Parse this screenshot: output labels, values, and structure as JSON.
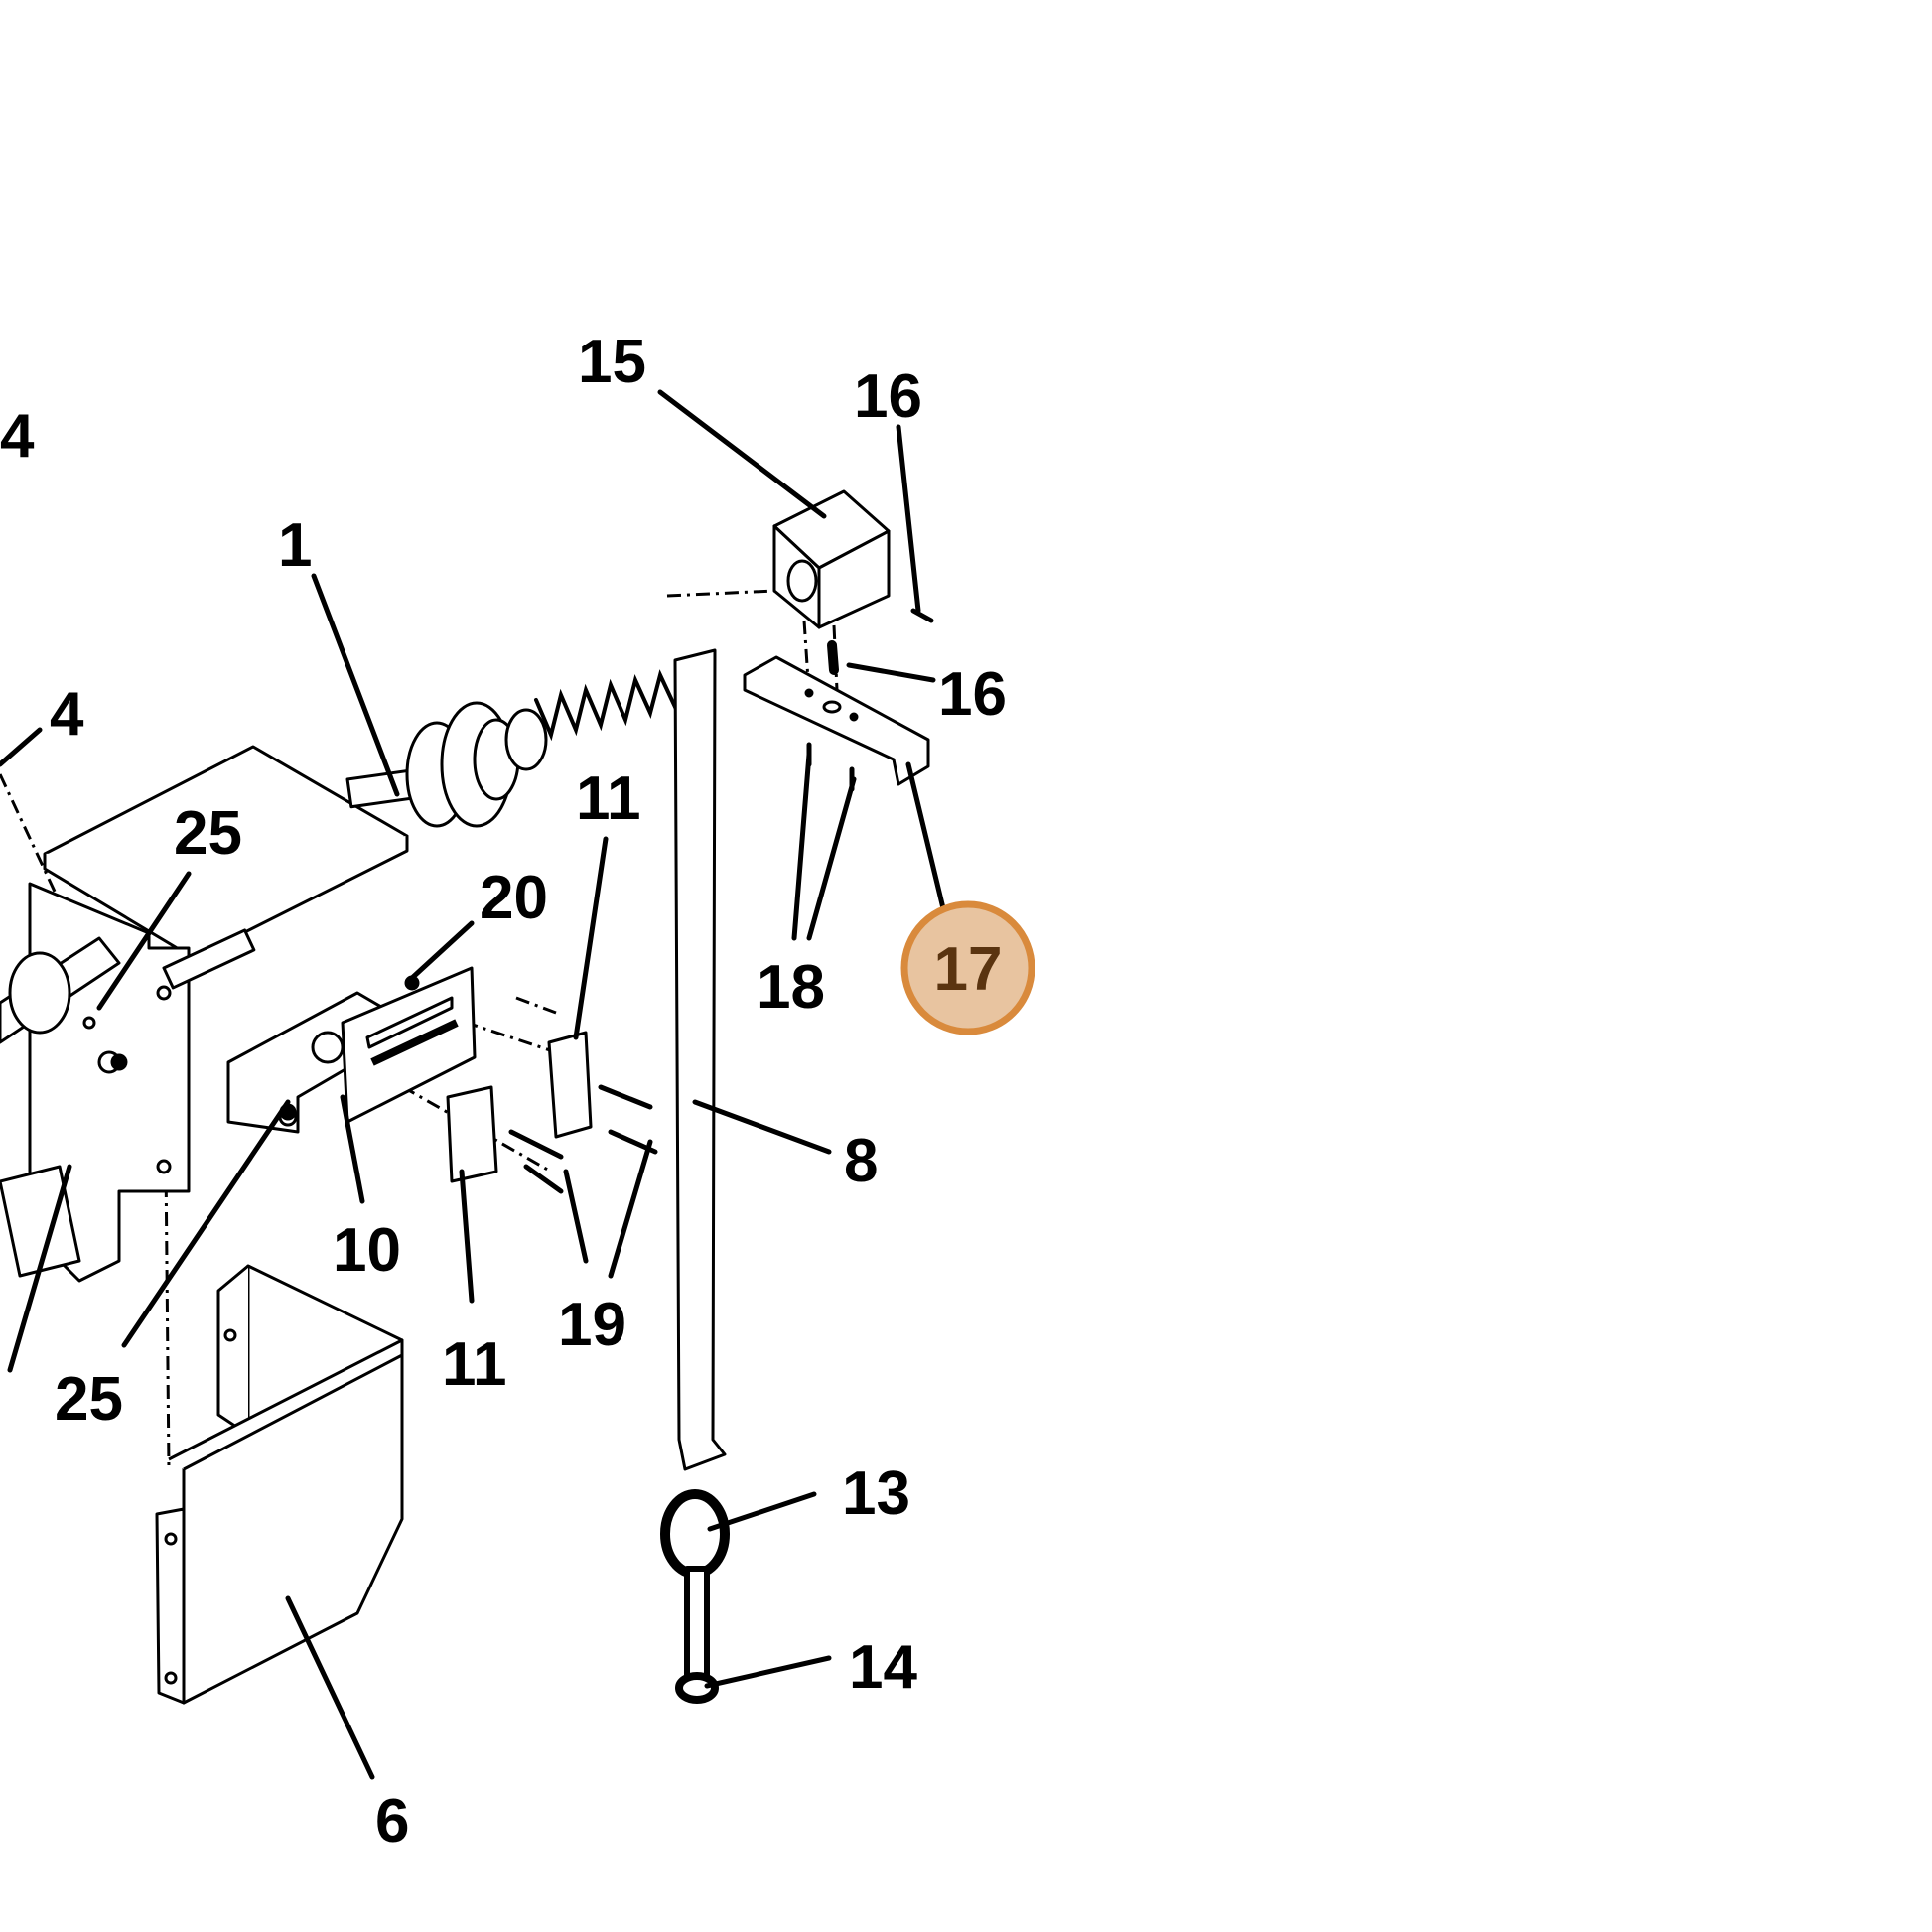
{
  "diagram": {
    "callouts": {
      "c1": "1",
      "c4a": "4",
      "c4b": "4",
      "c6": "6",
      "c8": "8",
      "c10": "10",
      "c11a": "11",
      "c11b": "11",
      "c13": "13",
      "c14": "14",
      "c15": "15",
      "c16a": "16",
      "c16b": "16",
      "c17": "17",
      "c18": "18",
      "c19": "19",
      "c20": "20",
      "c25a": "25",
      "c25b": "25"
    },
    "highlight": {
      "callout": "17",
      "fill": "#e8c4a0",
      "stroke": "#d98a3c"
    }
  }
}
